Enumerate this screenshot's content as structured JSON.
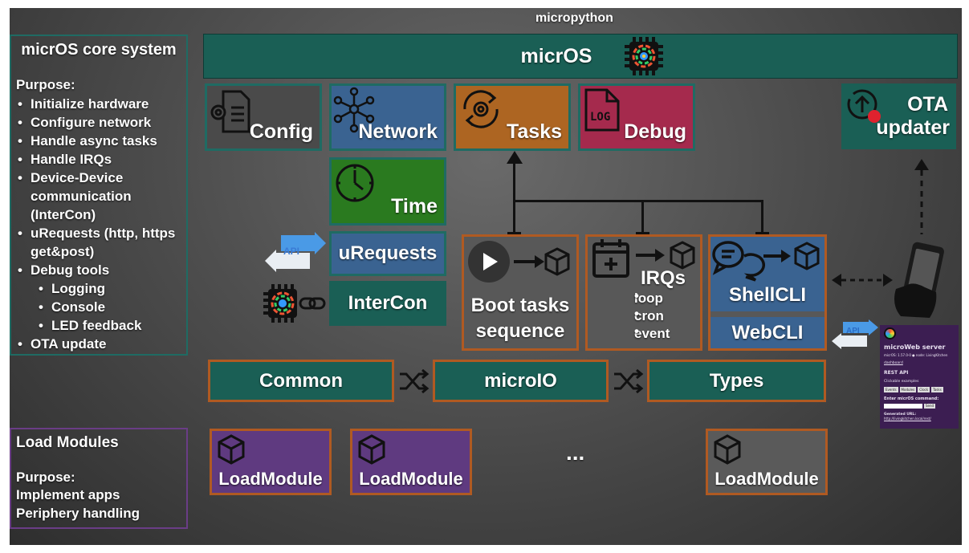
{
  "top_label": "micropython",
  "micros_bar": {
    "label": "micrOS"
  },
  "core_panel": {
    "title": "micrOS core system",
    "purpose": "Purpose:",
    "items": [
      "Initialize hardware",
      "Configure network",
      "Handle async tasks",
      "Handle IRQs",
      "Device-Device communication (InterCon)",
      "uRequests (http, https get&post)",
      "Debug tools"
    ],
    "debug_items": [
      "Logging",
      "Console",
      "LED feedback"
    ],
    "last_item": "OTA update"
  },
  "modules_panel": {
    "title": "Load Modules",
    "purpose": "Purpose:",
    "items": [
      "Implement apps",
      "Periphery handling"
    ]
  },
  "top_boxes": [
    {
      "label": "Config",
      "color": "#4a4a4a",
      "icon": "config-gear-doc-icon"
    },
    {
      "label": "Network",
      "color": "#3a6391",
      "icon": "network-nodes-icon"
    },
    {
      "label": "Tasks",
      "color": "#ad6522",
      "icon": "tasks-cycle-gear-icon"
    },
    {
      "label": "Debug",
      "color": "#a52a4d",
      "icon": "log-file-icon"
    }
  ],
  "time_box": {
    "label": "Time",
    "color": "#2a7a1f"
  },
  "ota_box": {
    "label_line1": "OTA",
    "label_line2": "updater",
    "color": "#1a5f55"
  },
  "urequests": {
    "label": "uRequests",
    "api": "API"
  },
  "intercon": {
    "label": "InterCon"
  },
  "boot_box": {
    "line1": "Boot tasks",
    "line2": "sequence"
  },
  "irq_box": {
    "title": "IRQs",
    "items": [
      "loop",
      "cron",
      "event"
    ]
  },
  "shellcli": {
    "label": "ShellCLI"
  },
  "webcli": {
    "label": "WebCLI",
    "api": "API"
  },
  "bottom_row": [
    "Common",
    "microIO",
    "Types"
  ],
  "load_modules": [
    "LoadModule",
    "LoadModule",
    "LoadModule"
  ],
  "ellipsis": "...",
  "web_panel": {
    "title": "microWeb server",
    "version": "micrOS: 1.57.0-0 ● node: LivingKitchen",
    "dashboard": "dashboard",
    "rest": "REST API",
    "clickable": "Clickable examples",
    "buttons": [
      "Events",
      "Modules",
      "Clock",
      "Tasks"
    ],
    "enter": "Enter micrOS command:",
    "send": "Send",
    "generated": "Generated URL:",
    "url": "http://livingkitchen.local/rest/"
  },
  "colors": {
    "teal": "#1a5f55",
    "panel_border": "#1f6b63",
    "orange_border": "#b05a22",
    "purple": "#6a3d86",
    "blue": "#3a6391",
    "api_blue": "#4a9ae6"
  }
}
